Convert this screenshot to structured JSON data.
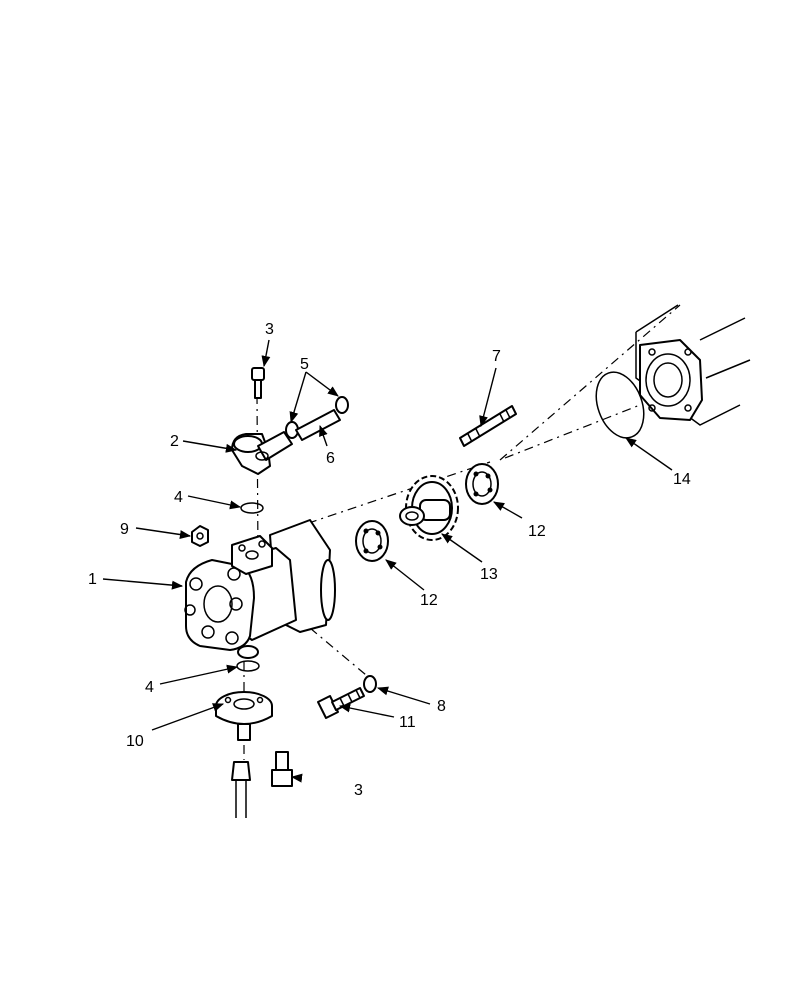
{
  "callouts": {
    "c1": "1",
    "c2": "2",
    "c3_top": "3",
    "c3_bottom": "3",
    "c4_top": "4",
    "c4_bottom": "4",
    "c5": "5",
    "c6": "6",
    "c7": "7",
    "c8": "8",
    "c9": "9",
    "c10": "10",
    "c11": "11",
    "c12_left": "12",
    "c12_right": "12",
    "c13": "13",
    "c14": "14"
  },
  "colors": {
    "line": "#000000",
    "background": "#ffffff"
  }
}
